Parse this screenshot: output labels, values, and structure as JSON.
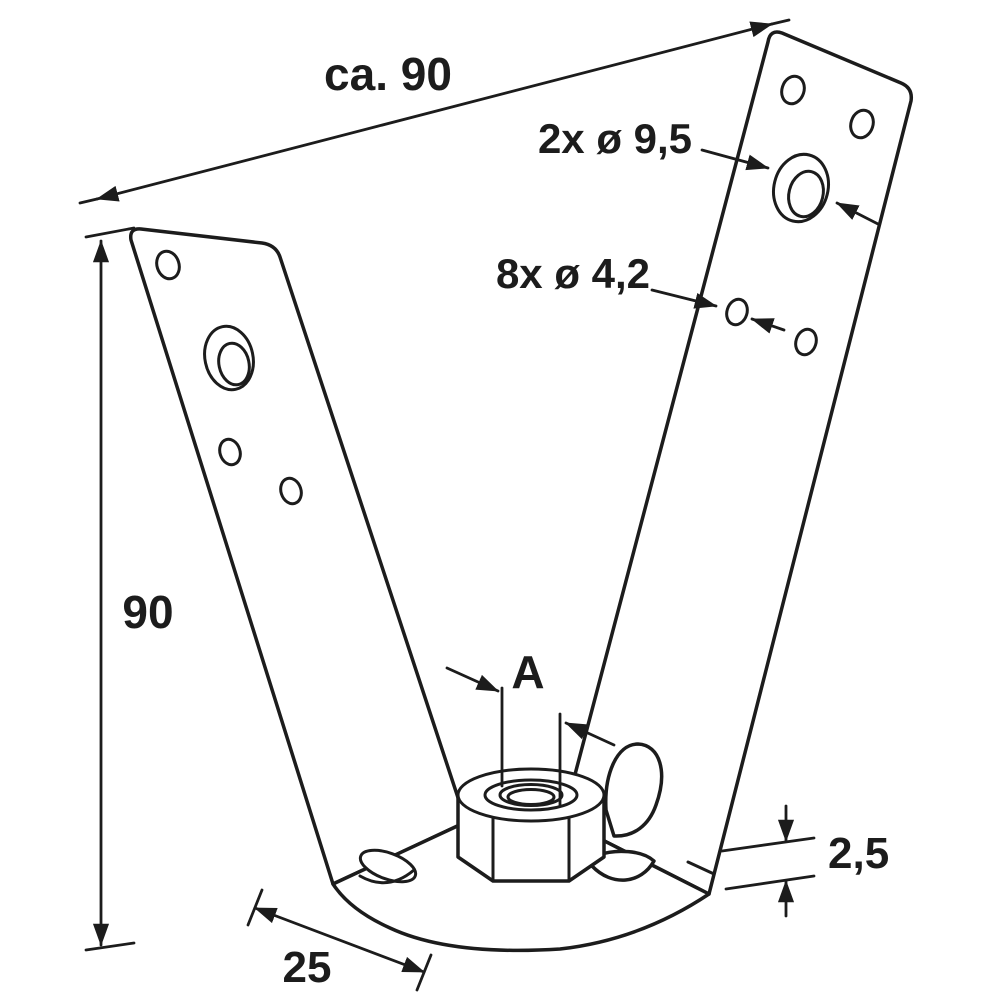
{
  "labels": {
    "top_width": "ca. 90",
    "large_holes": "2x ø 9,5",
    "small_holes": "8x ø 4,2",
    "side_height": "90",
    "nut_size_ref": "A",
    "material_thickness": "2,5",
    "base_depth": "25"
  },
  "colors": {
    "line": "#1c1c1c",
    "background": "#ffffff"
  }
}
